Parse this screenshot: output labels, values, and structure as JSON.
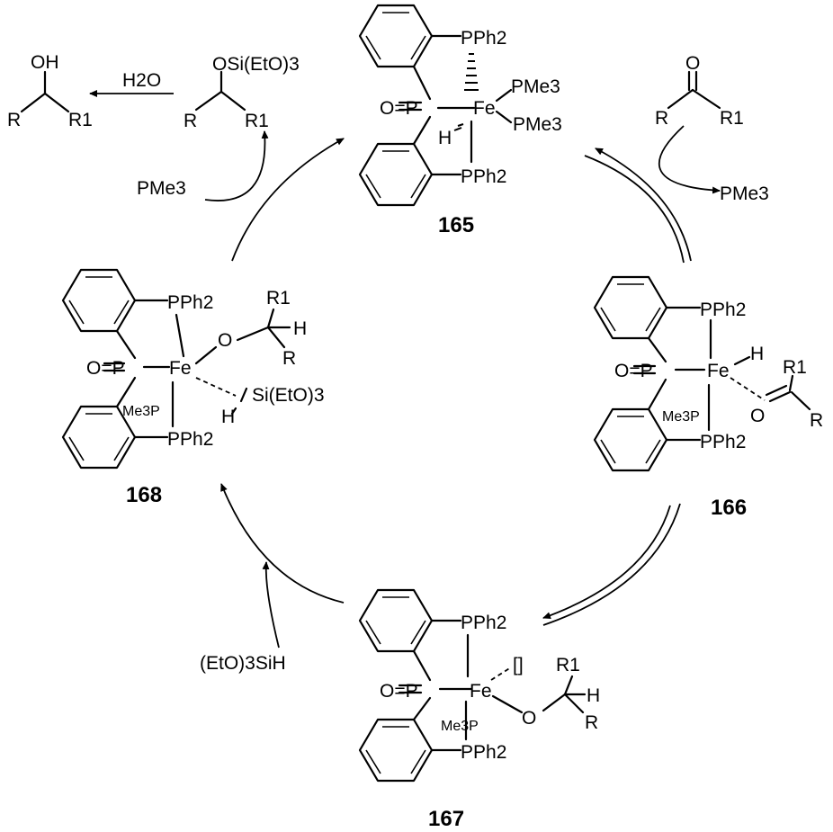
{
  "compounds": {
    "c165": {
      "label": "165",
      "ligands": [
        "PPh2",
        "PPh2",
        "PMe3",
        "PMe3",
        "O=P",
        "Fe",
        "H"
      ]
    },
    "c166": {
      "label": "166",
      "ligands": [
        "PPh2",
        "PPh2",
        "Me3P",
        "O=P",
        "Fe",
        "H"
      ],
      "substrate": {
        "r1": "R1",
        "r": "R",
        "o": "O"
      }
    },
    "c167": {
      "label": "167",
      "ligands": [
        "PPh2",
        "PPh2",
        "Me3P",
        "O=P",
        "Fe",
        "[]"
      ],
      "alkoxide": {
        "o": "O",
        "r1": "R1",
        "h": "H",
        "r": "R"
      }
    },
    "c168": {
      "label": "168",
      "ligands": [
        "PPh2",
        "PPh2",
        "Me3P",
        "O=P",
        "Fe"
      ],
      "alkoxide": {
        "o": "O",
        "r1": "R1",
        "h": "H",
        "r": "R"
      },
      "silane": {
        "si": "Si(EtO)3",
        "h": "H"
      }
    }
  },
  "reagents": {
    "ketone": {
      "o": "O",
      "r": "R",
      "r1": "R1"
    },
    "pme3_out": "PMe3",
    "pme3_in": "PMe3",
    "silane_in": "(EtO)3SiH",
    "silyl_ether": {
      "osi": "OSi(EtO)3",
      "r": "R",
      "r1": "R1"
    },
    "alcohol": {
      "oh": "OH",
      "r": "R",
      "r1": "R1"
    },
    "water": "H2O"
  }
}
